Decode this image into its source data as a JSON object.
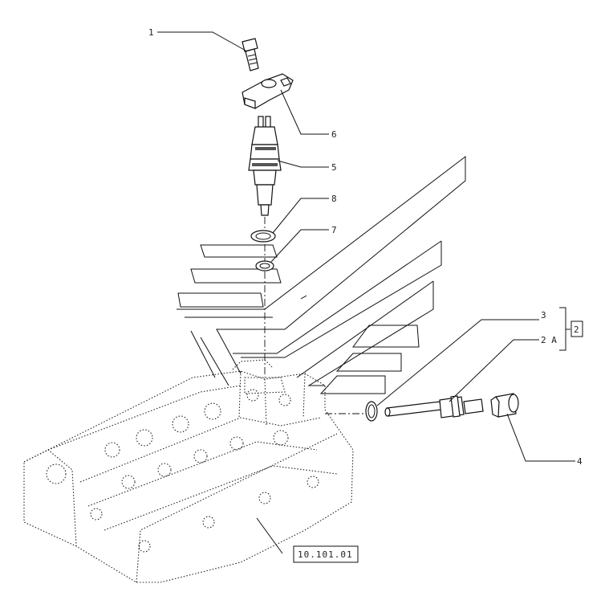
{
  "callouts": {
    "c1": "1",
    "c6": "6",
    "c5": "5",
    "c8": "8",
    "c7": "7",
    "c3": "3",
    "c2a": "2 A",
    "c4": "4",
    "c2box": "2"
  },
  "reference_box": "10.101.01"
}
